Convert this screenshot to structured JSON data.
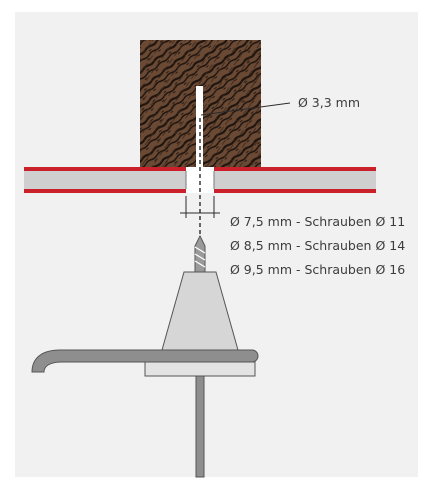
{
  "labels": {
    "pilot_hole": "Ø 3,3 mm",
    "sizes": [
      "Ø 7,5 mm - Schrauben Ø 11",
      "Ø 8,5 mm - Schrauben Ø 14",
      "Ø 9,5 mm - Schrauben Ø 16"
    ]
  },
  "colors": {
    "background": "#f1f1f1",
    "wood_base": "#6a4a35",
    "wood_grain": "#1f140e",
    "panel_edge": "#c9202a",
    "panel_core": "#cfcfcf",
    "metal": "#8e8e8e",
    "cone": "#d6d6d6",
    "text": "#3c3c3c"
  }
}
